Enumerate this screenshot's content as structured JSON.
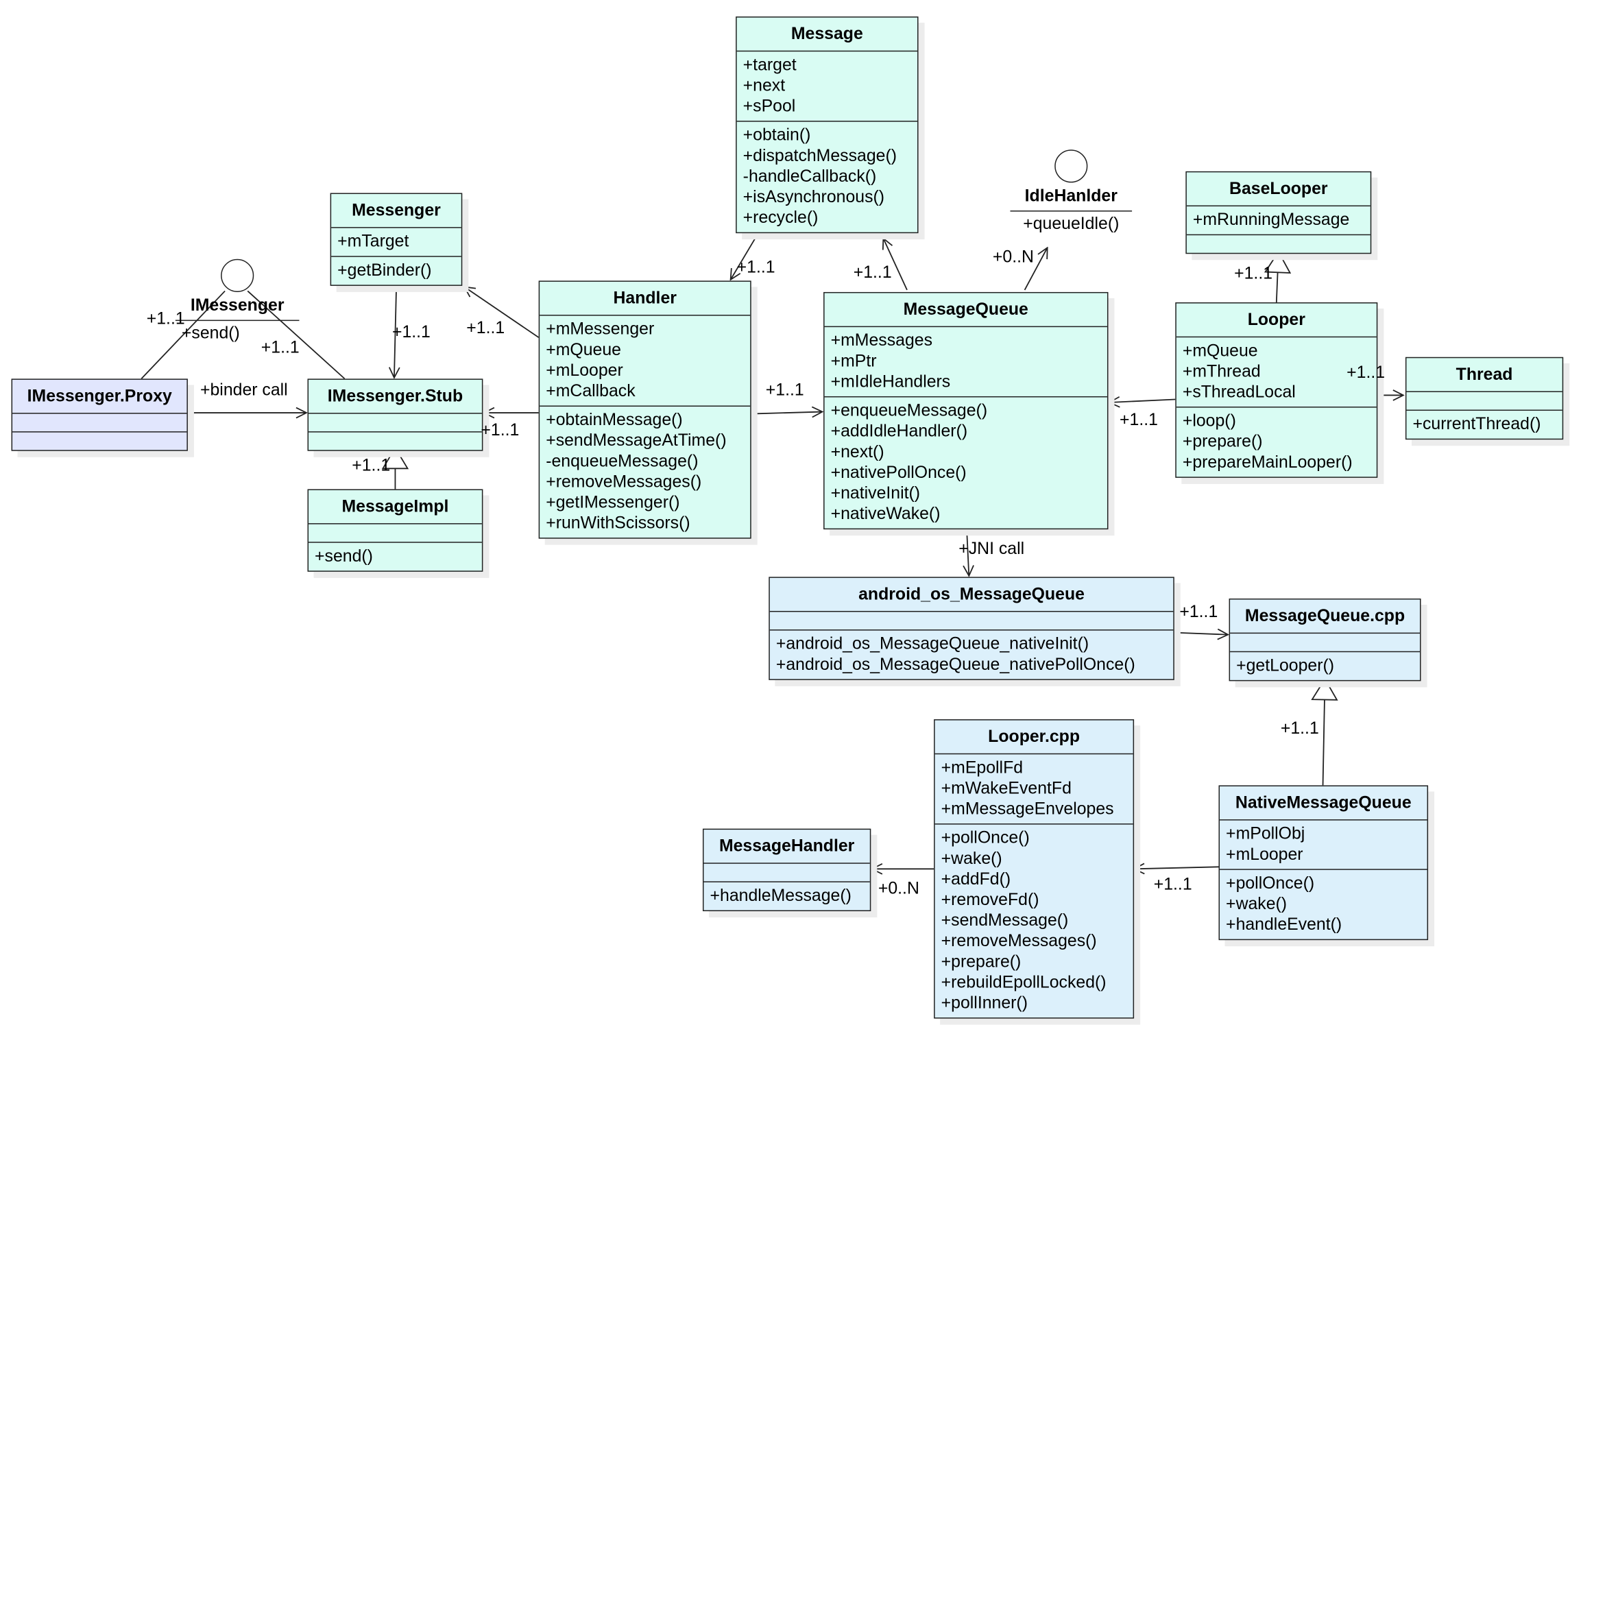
{
  "classes": {
    "message": {
      "name": "Message",
      "attributes": [
        "+target",
        "+next",
        "+sPool"
      ],
      "operations": [
        "+obtain()",
        "+dispatchMessage()",
        "-handleCallback()",
        "+isAsynchronous()",
        "+recycle()"
      ]
    },
    "messenger": {
      "name": "Messenger",
      "attributes": [
        "+mTarget"
      ],
      "operations": [
        "+getBinder()"
      ]
    },
    "handler": {
      "name": "Handler",
      "attributes": [
        "+mMessenger",
        "+mQueue",
        "+mLooper",
        "+mCallback"
      ],
      "operations": [
        "+obtainMessage()",
        "+sendMessageAtTime()",
        "-enqueueMessage()",
        "+removeMessages()",
        "+getIMessenger()",
        "+runWithScissors()"
      ]
    },
    "message_queue": {
      "name": "MessageQueue",
      "attributes": [
        "+mMessages",
        "+mPtr",
        "+mIdleHandlers"
      ],
      "operations": [
        "+enqueueMessage()",
        "+addIdleHandler()",
        "+next()",
        "+nativePollOnce()",
        "+nativeInit()",
        "+nativeWake()"
      ]
    },
    "base_looper": {
      "name": "BaseLooper",
      "attributes": [
        "+mRunningMessage"
      ],
      "operations": []
    },
    "looper": {
      "name": "Looper",
      "attributes": [
        "+mQueue",
        "+mThread",
        "+sThreadLocal"
      ],
      "operations": [
        "+loop()",
        "+prepare()",
        "+prepareMainLooper()"
      ]
    },
    "thread": {
      "name": "Thread",
      "attributes": [],
      "operations": [
        "+currentThread()"
      ]
    },
    "imessenger_proxy": {
      "name": "IMessenger.Proxy",
      "attributes": [],
      "operations": []
    },
    "imessenger_stub": {
      "name": "IMessenger.Stub",
      "attributes": [],
      "operations": []
    },
    "message_impl": {
      "name": "MessageImpl",
      "attributes": [],
      "operations": [
        "+send()"
      ]
    },
    "android_os_message_queue": {
      "name": "android_os_MessageQueue",
      "attributes": [],
      "operations": [
        "+android_os_MessageQueue_nativeInit()",
        "+android_os_MessageQueue_nativePollOnce()"
      ]
    },
    "message_queue_cpp": {
      "name": "MessageQueue.cpp",
      "attributes": [],
      "operations": [
        "+getLooper()"
      ]
    },
    "looper_cpp": {
      "name": "Looper.cpp",
      "attributes": [
        "+mEpollFd",
        "+mWakeEventFd",
        "+mMessageEnvelopes"
      ],
      "operations": [
        "+pollOnce()",
        "+wake()",
        "+addFd()",
        "+removeFd()",
        "+sendMessage()",
        "+removeMessages()",
        "+prepare()",
        "+rebuildEpollLocked()",
        "+pollInner()"
      ]
    },
    "message_handler": {
      "name": "MessageHandler",
      "attributes": [],
      "operations": [
        "+handleMessage()"
      ]
    },
    "native_message_queue": {
      "name": "NativeMessageQueue",
      "attributes": [
        "+mPollObj",
        "+mLooper"
      ],
      "operations": [
        "+pollOnce()",
        "+wake()",
        "+handleEvent()"
      ]
    }
  },
  "interfaces": {
    "imessenger": {
      "name": "IMessenger",
      "operations": [
        "+send()"
      ]
    },
    "idle_handler": {
      "name": "IdleHanlder",
      "operations": [
        "+queueIdle()"
      ]
    }
  },
  "labels": {
    "handler_message": "+1..1",
    "message_queue_message": "+1..1",
    "message_queue_idle": "+0..N",
    "handler_messenger": "+1..1",
    "messenger_stub": "+1..1",
    "handler_stub": "+1..1",
    "handler_queue": "+1..1",
    "looper_queue": "+1..1",
    "looper_base": "+1..1",
    "looper_thread": "+1..1",
    "proxy_imessenger": "+1..1",
    "stub_imessenger": "+1..1",
    "binder_call": "+binder call",
    "impl_stub": "+1..1",
    "jni_call": "+JNI call",
    "android_cpp": "+1..1",
    "native_cpp": "+1..1",
    "native_looper": "+1..1",
    "looper_handler": "+0..N"
  },
  "colors": {
    "mint": "#d9fcf3",
    "light_blue": "#dcf0fb",
    "lavender": "#e1e6fd",
    "line": "#222222"
  }
}
